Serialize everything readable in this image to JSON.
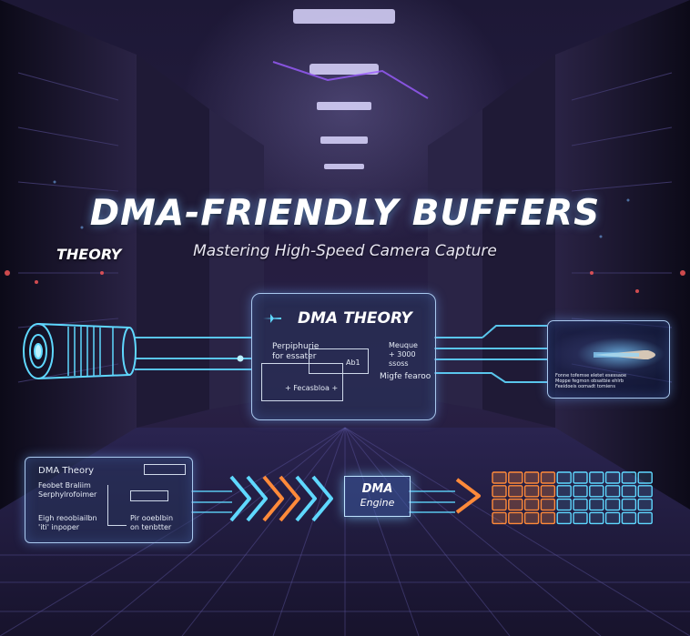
{
  "title": "DMA-FRIENDLY BUFFERS",
  "subtitle": "Mastering High-Speed Camera Capture",
  "side_label": "THEORY",
  "center_panel": {
    "heading": "DMA THEORY",
    "text_top_left": "Perpiphurie\nfor essater",
    "text_top_right": "Meuque\n+ 3000\nssoss",
    "text_mid": "Ab1",
    "text_right": "Migfe fearoo",
    "text_bottom": "+ Fecasbloa  +"
  },
  "left_panel": {
    "heading": "DMA Theory",
    "text_a": "Feobet Braliim\nSerphylrofoimer",
    "text_b": "Eigh reoobiailbn\n'iti' inpoper",
    "text_c": "Pir ooeblbin\non tenbtter"
  },
  "right_panel": {
    "caption": "Fonne tofemse eletet esessaoe\nMoppe fegmon obsatbie ehlrb\nFeeidoeis oomadt tomiens"
  },
  "engine": {
    "line1": "DMA",
    "line2": "Engine"
  },
  "colors": {
    "accent_cyan": "#5fd8ff",
    "accent_orange": "#ff8a3a",
    "frame": "#a9c8ee"
  },
  "icons": [
    "camera-lens-icon",
    "airplane-icon",
    "chevron-arrow-icon",
    "bullet-icon",
    "buffer-grid-icon"
  ]
}
